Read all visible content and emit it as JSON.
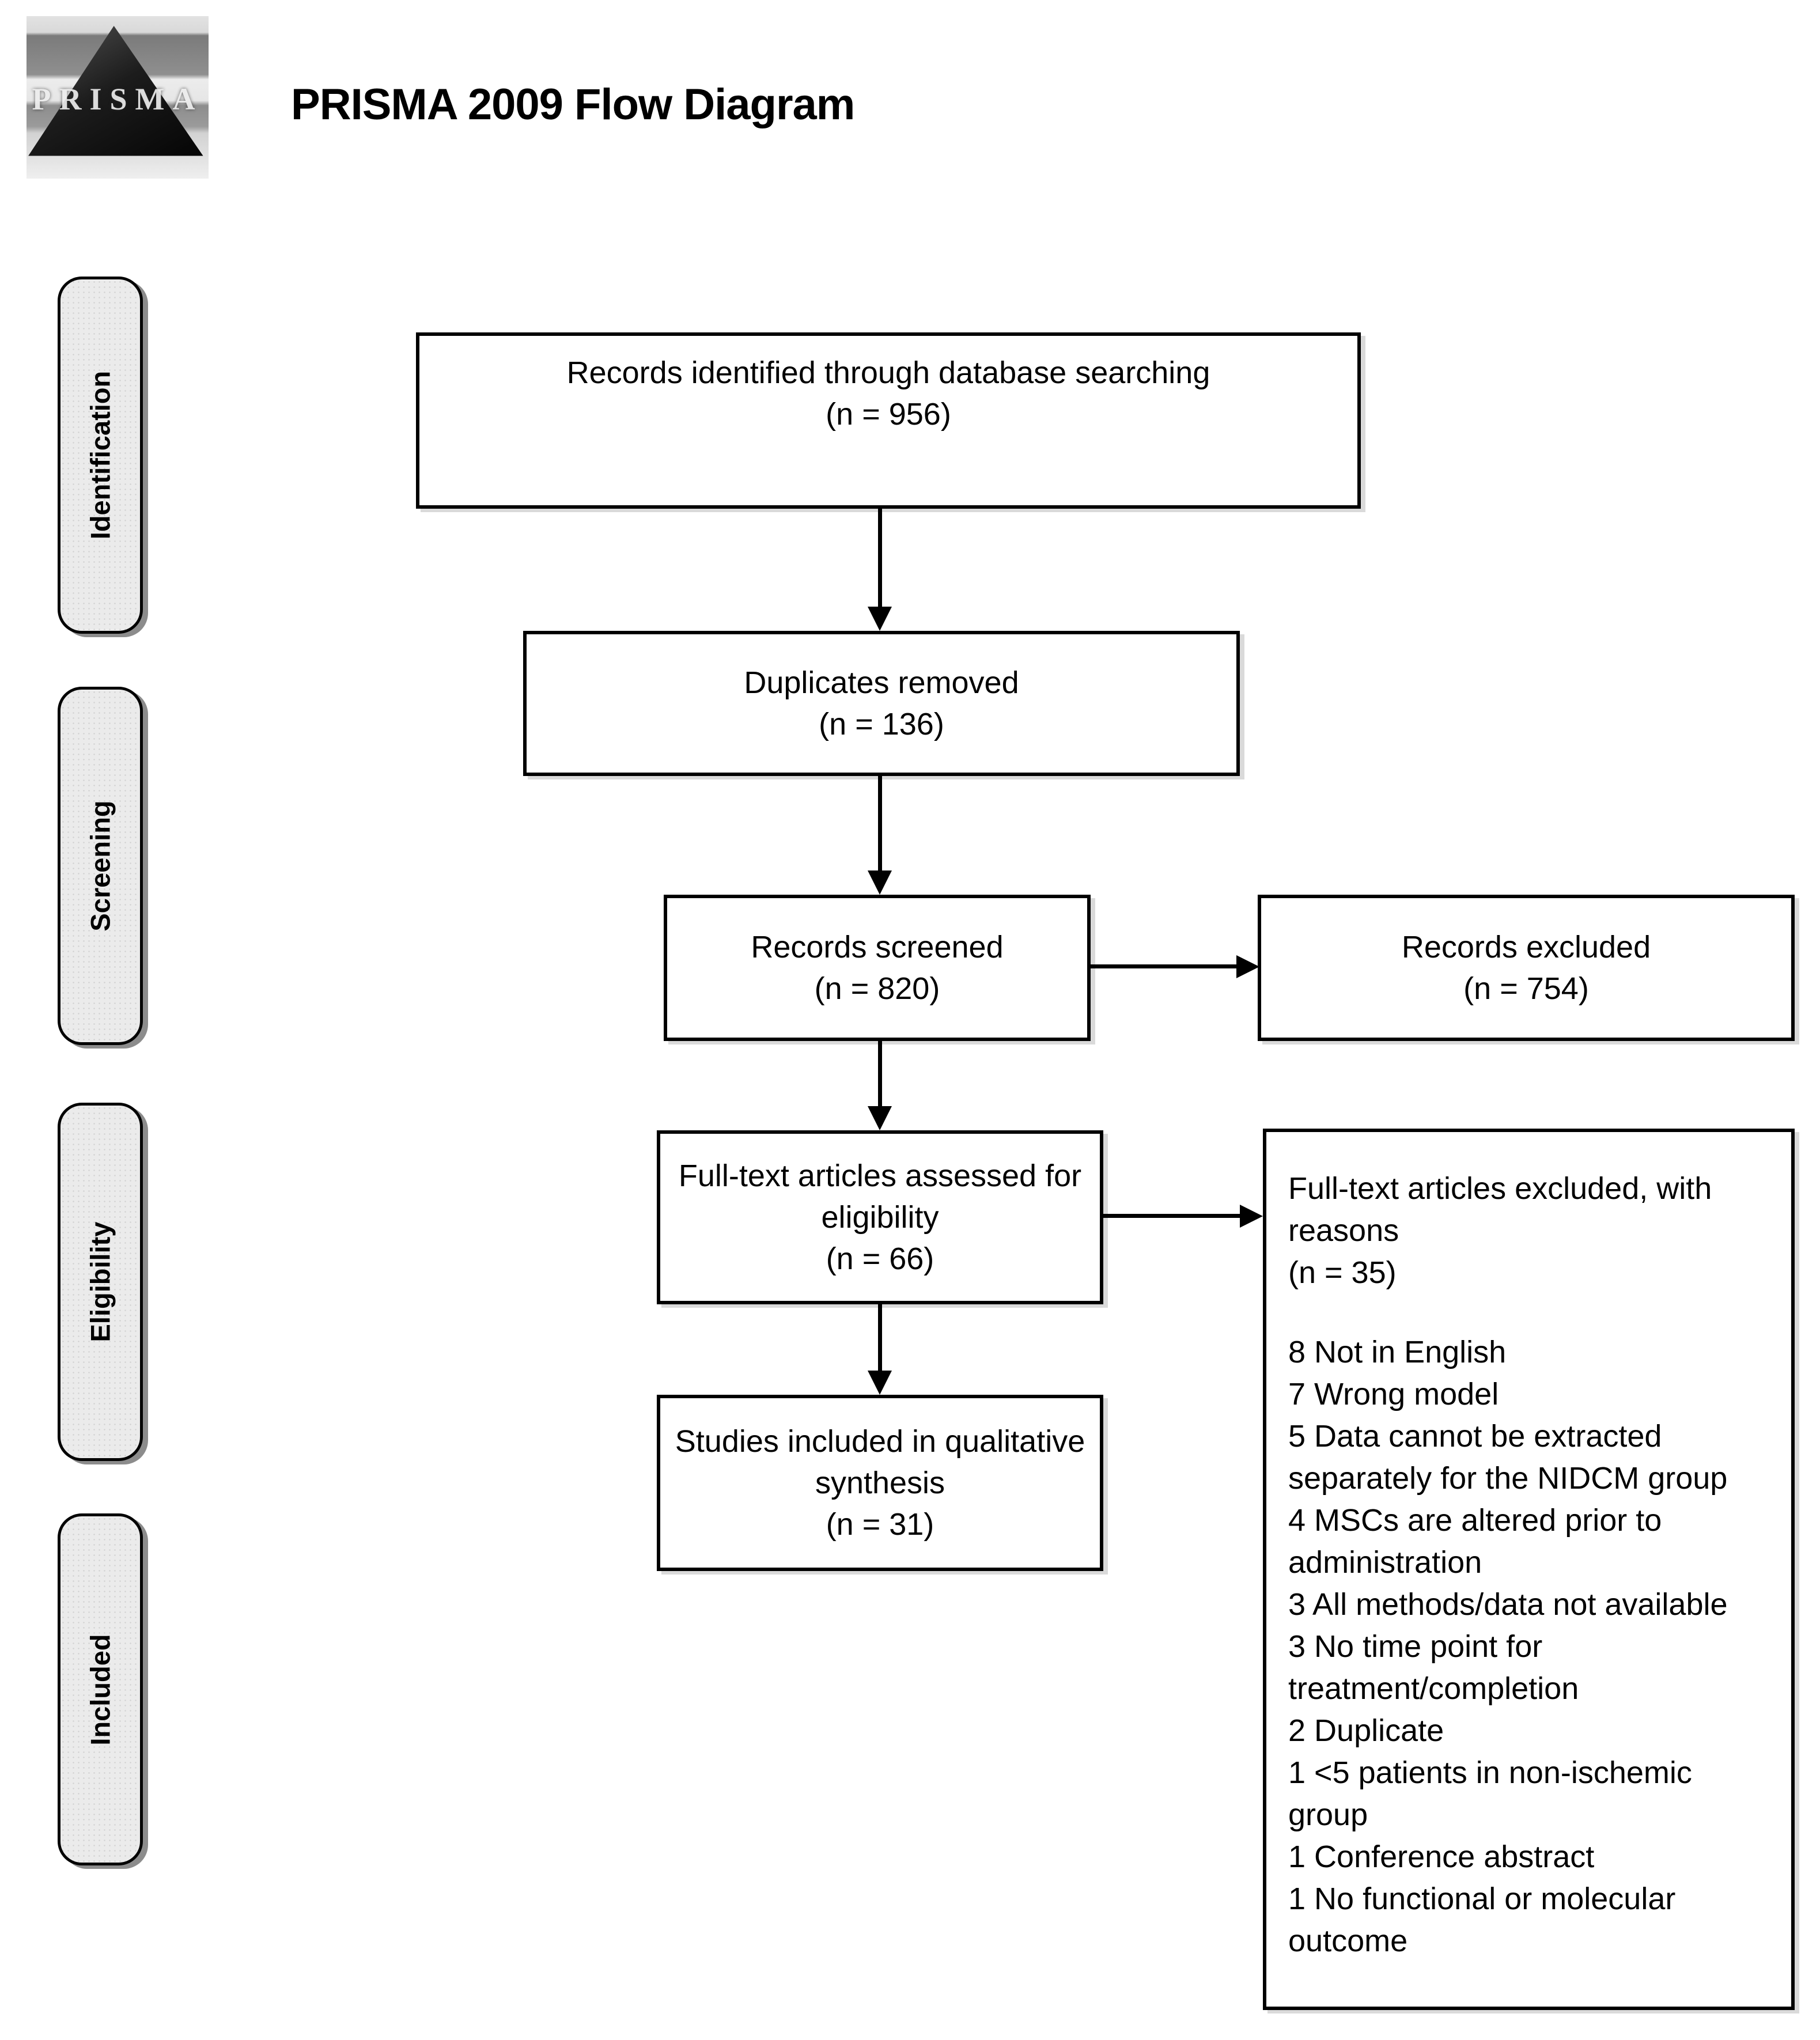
{
  "title": "PRISMA 2009 Flow Diagram",
  "logo": {
    "word": "PRISMA"
  },
  "stages": [
    {
      "label": "Identification"
    },
    {
      "label": "Screening"
    },
    {
      "label": "Eligibility"
    },
    {
      "label": "Included"
    }
  ],
  "flow": {
    "identified": {
      "text": "Records identified through database searching",
      "n": "(n = 956)"
    },
    "duplicates": {
      "text": "Duplicates removed",
      "n": "(n = 136)"
    },
    "screened": {
      "text": "Records screened",
      "n": "(n = 820)"
    },
    "records_excluded": {
      "text": "Records excluded",
      "n": "(n = 754)"
    },
    "fulltext": {
      "text": "Full-text articles assessed for eligibility",
      "n": "(n = 66)"
    },
    "fulltext_excluded": {
      "text": "Full-text articles excluded, with reasons",
      "n": "(n = 35)",
      "reasons": [
        "8 Not in English",
        "7 Wrong model",
        "5 Data cannot be extracted separately for the NIDCM group",
        "4 MSCs are altered prior to administration",
        "3 All methods/data not available",
        "3 No time point for treatment/completion",
        "2 Duplicate",
        "1 <5 patients in non-ischemic group",
        "1 Conference abstract",
        "1 No functional or molecular outcome"
      ]
    },
    "included_studies": {
      "text": "Studies included in qualitative synthesis",
      "n": "(n = 31)"
    }
  },
  "colors": {
    "border": "#000000",
    "stage_fill": "#ebebeb",
    "background": "#ffffff"
  }
}
